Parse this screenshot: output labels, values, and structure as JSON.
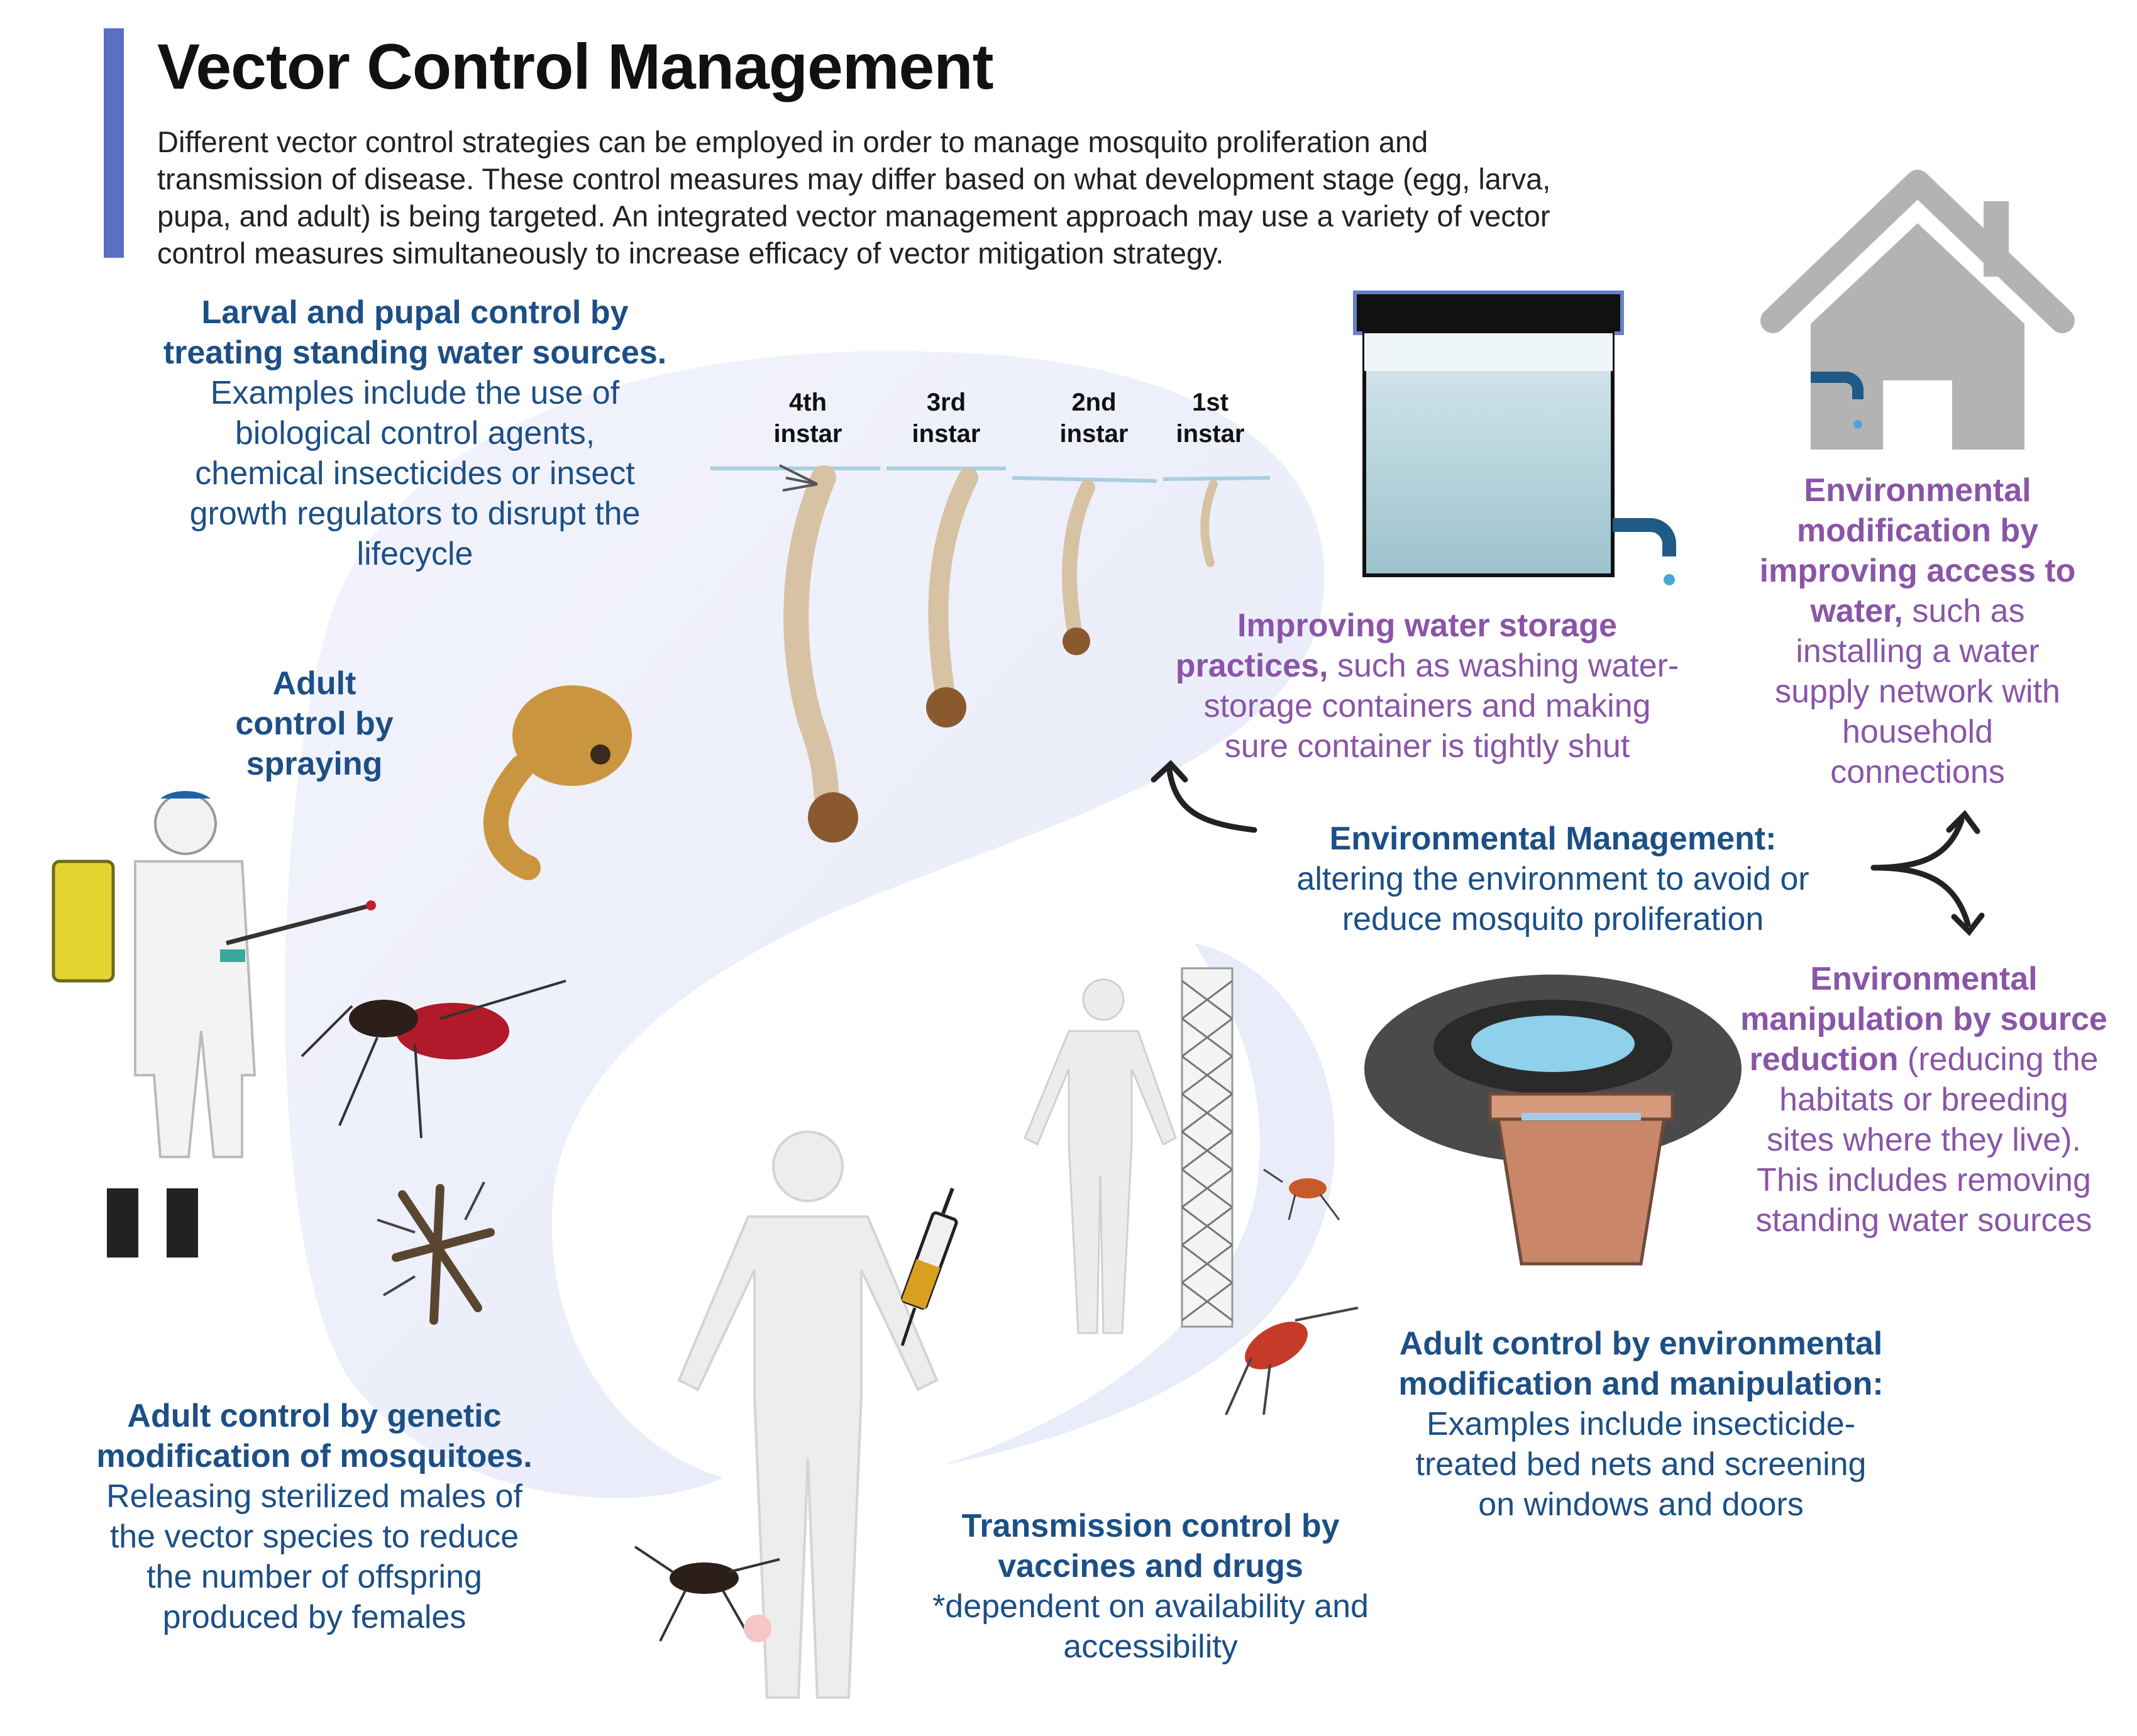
{
  "title": "Vector Control Management",
  "intro": [
    "Different vector control strategies can be employed in order to manage mosquito proliferation and",
    "transmission of disease. These control measures may differ based on what development stage (egg, larva,",
    "pupa, and adult) is being targeted. An integrated vector management approach may use a variety of vector",
    "control measures simultaneously to increase efficacy of vector mitigation strategy."
  ],
  "larval": {
    "heading": [
      "Larval and pupal control by",
      "treating standing water sources."
    ],
    "body": [
      "Examples include the use of",
      "biological control agents,",
      "chemical insecticides or insect",
      "growth regulators to disrupt the",
      "lifecycle"
    ]
  },
  "instars": [
    {
      "l1": "4th",
      "l2": "instar"
    },
    {
      "l1": "3rd",
      "l2": "instar"
    },
    {
      "l1": "2nd",
      "l2": "instar"
    },
    {
      "l1": "1st",
      "l2": "instar"
    }
  ],
  "spraying": {
    "heading": [
      "Adult",
      "control by",
      "spraying"
    ]
  },
  "genetic": {
    "heading": [
      "Adult control by genetic",
      "modification of mosquitoes."
    ],
    "body": [
      "Releasing sterilized males of",
      "the vector species to reduce",
      "the number of offspring",
      "produced by females"
    ]
  },
  "transmission": {
    "heading": [
      "Transmission control by",
      "vaccines and drugs"
    ],
    "body": [
      "*dependent on availability and",
      "accessibility"
    ]
  },
  "adult_env": {
    "heading": [
      "Adult control by environmental",
      "modification and manipulation:"
    ],
    "body": [
      "Examples include insecticide-",
      "treated bed nets and screening",
      "on windows and doors"
    ]
  },
  "env_mgmt": {
    "heading": "Environmental Management:",
    "body": [
      "altering the environment to avoid or",
      "reduce mosquito proliferation"
    ]
  },
  "water_storage": {
    "bold1": "Improving water storage",
    "bold2": "practices,",
    "rest2": " such as washing water-",
    "body": [
      "storage containers and making",
      "sure container is tightly shut"
    ]
  },
  "water_access": {
    "bold": [
      "Environmental",
      "modification by",
      "improving access to"
    ],
    "bold4": "water,",
    "rest4": " such as",
    "body": [
      "installing a water",
      "supply network with",
      "household",
      "connections"
    ]
  },
  "source_reduction": {
    "bold": [
      "Environmental",
      "manipulation by source"
    ],
    "bold3": "reduction",
    "rest3": " (reducing the",
    "body": [
      "habitats or breeding",
      "sites where they live).",
      "This includes removing",
      "standing water sources"
    ]
  },
  "colors": {
    "navy": "#1c4f86",
    "purple": "#8a55a8",
    "accent_bar": "#5b6fc4",
    "swirl": "#eef0fb"
  }
}
